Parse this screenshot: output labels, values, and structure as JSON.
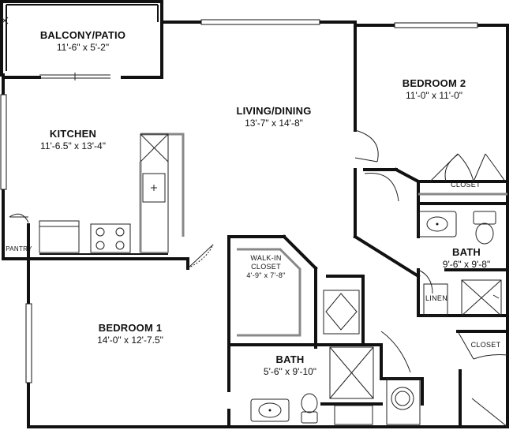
{
  "rooms": {
    "balcony": {
      "name": "BALCONY/PATIO",
      "dims": "11'-6\" x 5'-2\""
    },
    "kitchen": {
      "name": "KITCHEN",
      "dims": "11'-6.5\" x 13'-4\""
    },
    "living": {
      "name": "LIVING/DINING",
      "dims": "13'-7\" x 14'-8\""
    },
    "bedroom2": {
      "name": "BEDROOM 2",
      "dims": "11'-0\" x 11'-0\""
    },
    "bedroom1": {
      "name": "BEDROOM 1",
      "dims": "14'-0\" x 12'-7.5\""
    },
    "bath1": {
      "name": "BATH",
      "dims": "9'-6\" x 9'-8\""
    },
    "bath2": {
      "name": "BATH",
      "dims": "5'-6\" x 9'-10\""
    }
  },
  "labels": {
    "closet_bed2": "CLOSET",
    "closet_bath": "CLOSET",
    "linen": "LINEN",
    "pantry": "PANTRY",
    "walkin_line1": "WALK-IN",
    "walkin_line2": "CLOSET",
    "walkin_dims": "4'-9\" x 7'-8\""
  }
}
